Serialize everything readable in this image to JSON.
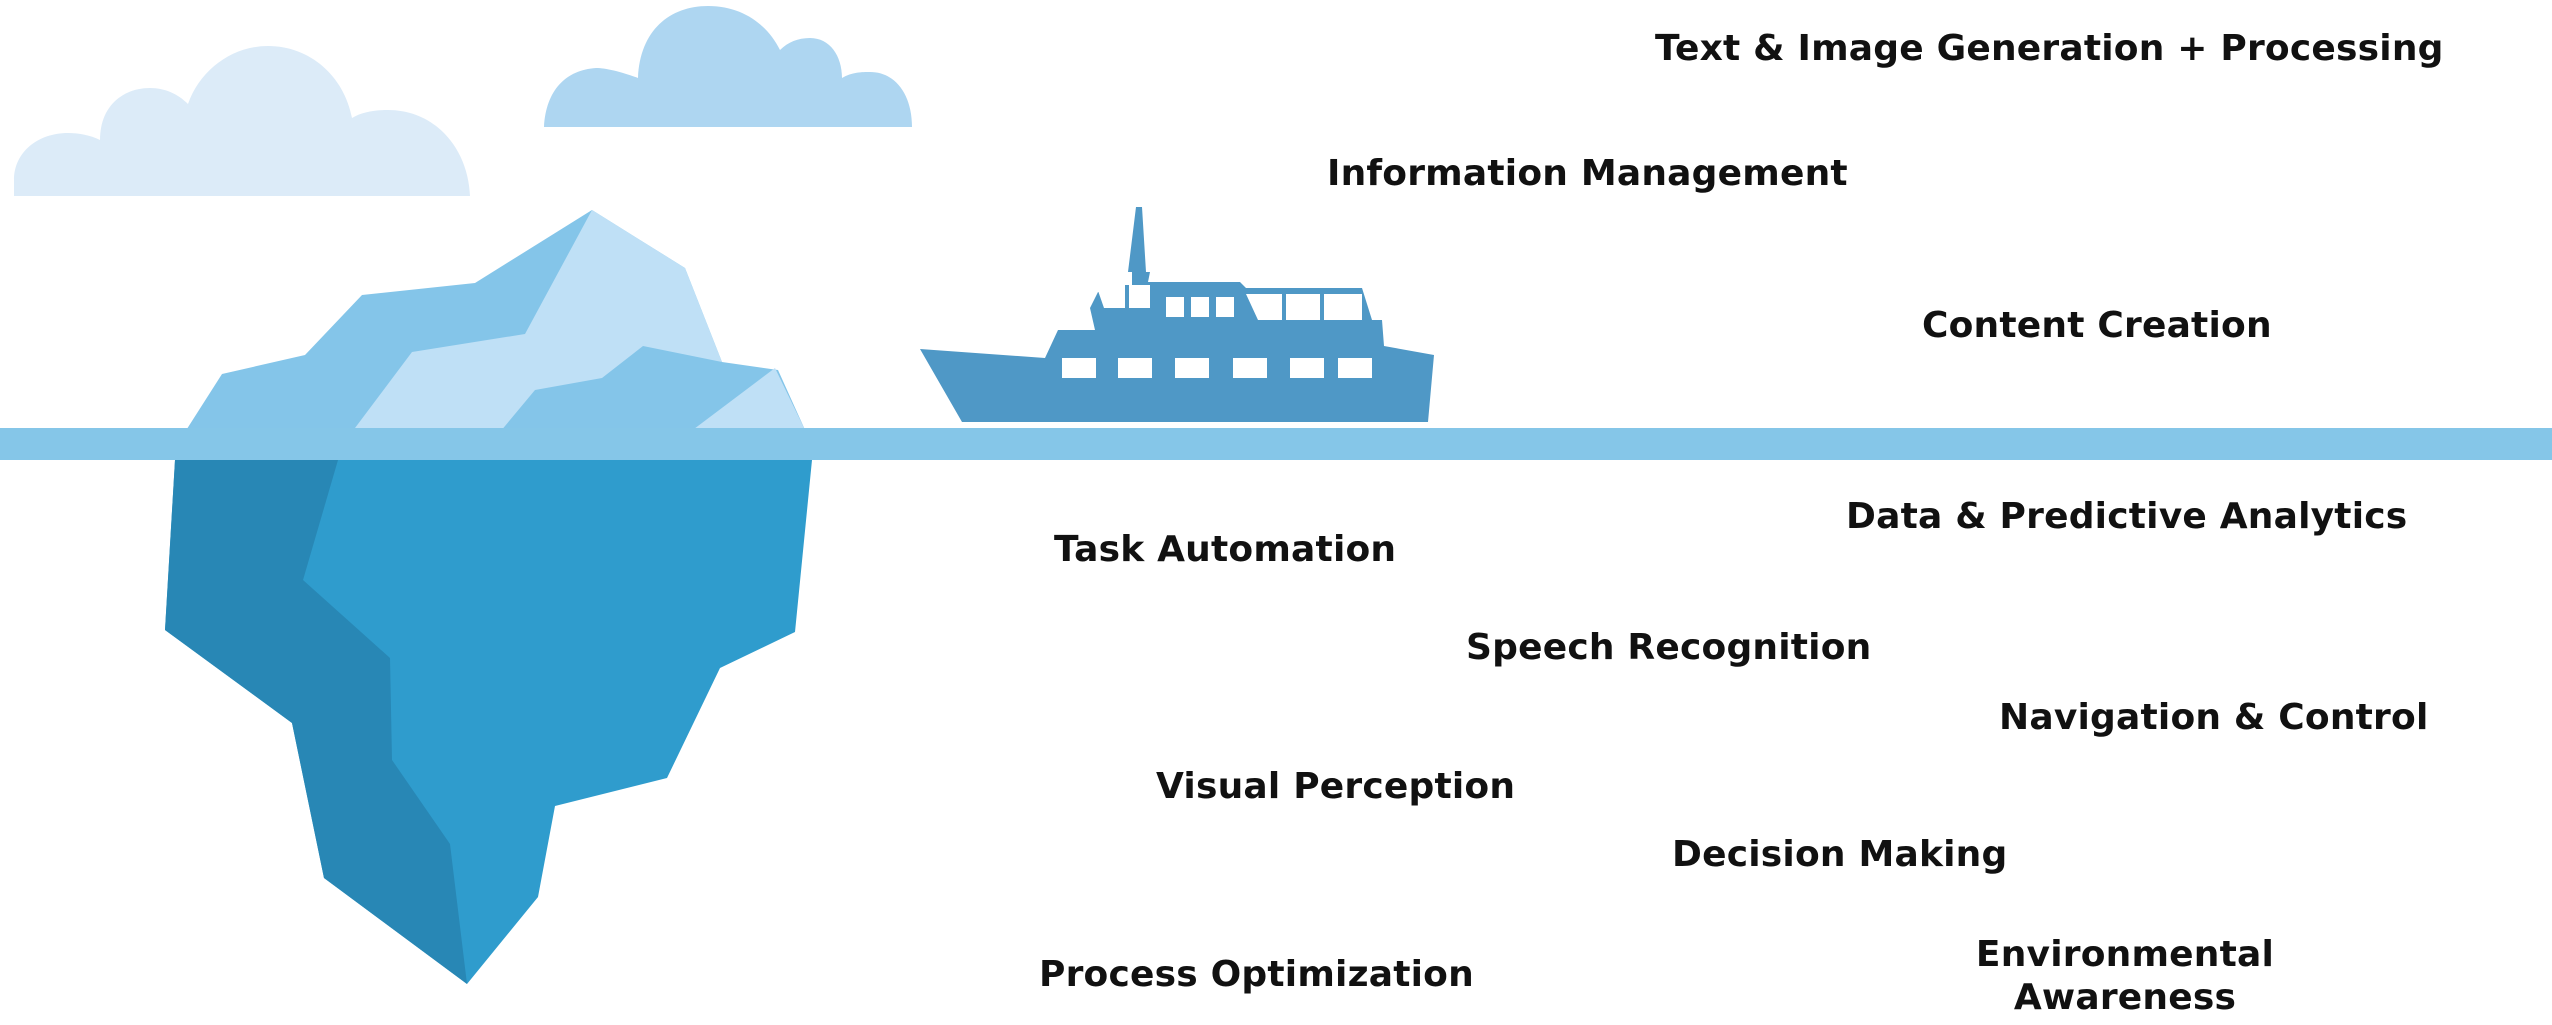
{
  "colors": {
    "sky_cloud_light": "#dcebf8",
    "sky_cloud": "#aed6f1",
    "water_line": "#85c6e8",
    "ice_above_dark": "#84c5e9",
    "ice_above_light": "#bfe0f6",
    "ice_below_main": "#2f9ccd",
    "ice_below_shadow": "#2887b5",
    "ship": "#4f98c6",
    "text": "#111111"
  },
  "icons": {
    "cloud_left": "cloud-icon",
    "cloud_right": "cloud-icon",
    "iceberg": "iceberg-icon",
    "ship": "ship-icon"
  },
  "above_water": {
    "text_image": "Text & Image Generation + Processing",
    "information_management": "Information Management",
    "content_creation": "Content Creation"
  },
  "below_water": {
    "data_analytics": "Data & Predictive Analytics",
    "task_automation": "Task Automation",
    "speech_recognition": "Speech Recognition",
    "navigation_control": "Navigation & Control",
    "visual_perception": "Visual Perception",
    "decision_making": "Decision Making",
    "process_optimization": "Process Optimization",
    "environmental_awareness_line1": "Environmental",
    "environmental_awareness_line2": "Awareness"
  }
}
